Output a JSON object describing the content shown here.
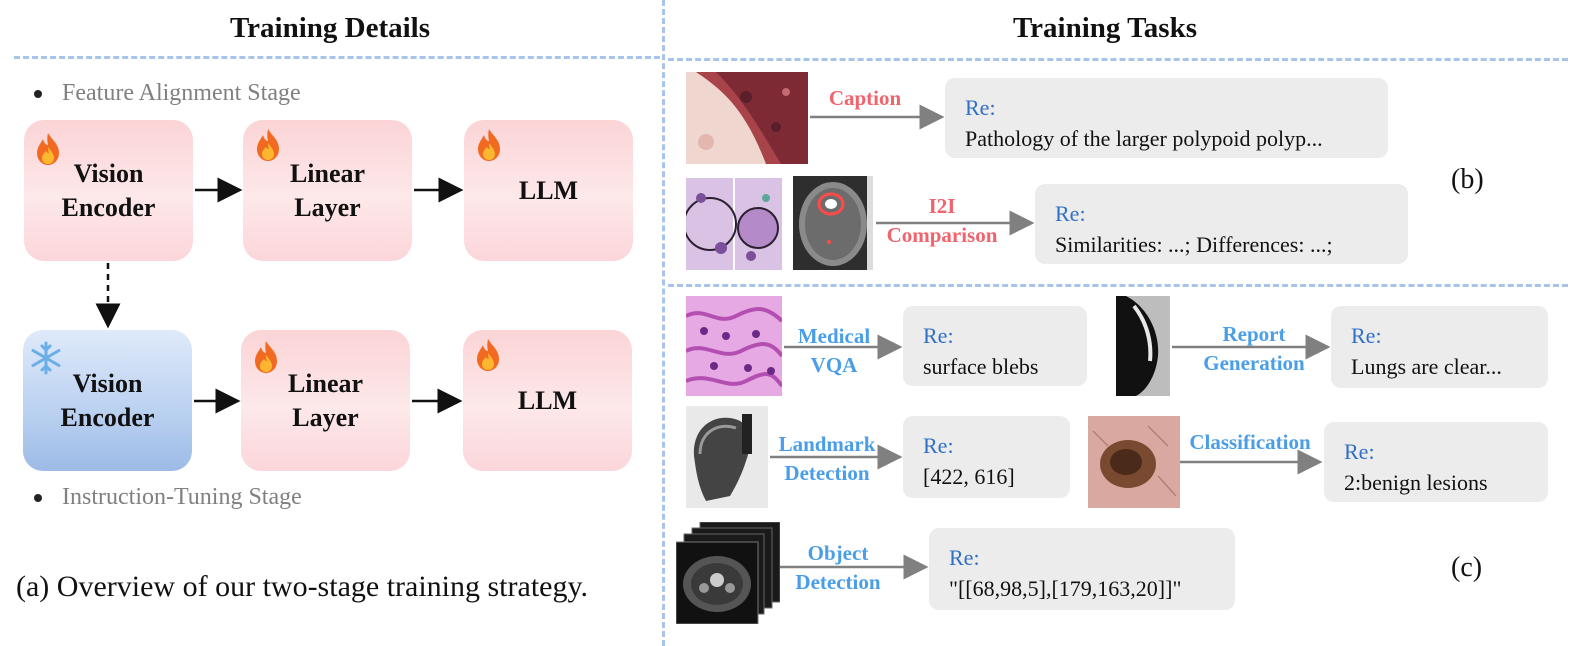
{
  "headers": {
    "left": "Training Details",
    "right": "Training Tasks"
  },
  "stages": {
    "first": "Feature Alignment Stage",
    "second": "Instruction-Tuning Stage"
  },
  "row1": {
    "encoder": "Vision\nEncoder",
    "linear": "Linear\nLayer",
    "llm": "LLM"
  },
  "row2": {
    "encoder": "Vision\nEncoder",
    "linear": "Linear\nLayer",
    "llm": "LLM"
  },
  "caption_a": "(a) Overview of our two-stage training strategy.",
  "label_b": "(b)",
  "label_c": "(c)",
  "tasks": {
    "caption": {
      "name": "Caption",
      "re": "Re:",
      "answer": "Pathology of the larger polypoid polyp..."
    },
    "i2i": {
      "name1": "I2I",
      "name2": "Comparison",
      "re": "Re:",
      "answer": "Similarities: ...; Differences: ...;"
    },
    "vqa": {
      "name1": "Medical",
      "name2": "VQA",
      "re": "Re:",
      "answer": "surface blebs"
    },
    "report": {
      "name1": "Report",
      "name2": "Generation",
      "re": "Re:",
      "answer": "Lungs are clear..."
    },
    "landmark": {
      "name1": "Landmark",
      "name2": "Detection",
      "re": "Re:",
      "answer": "[422, 616]"
    },
    "classification": {
      "name": "Classification",
      "re": "Re:",
      "answer": "2:benign lesions"
    },
    "object": {
      "name1": "Object",
      "name2": "Detection",
      "re": "Re:",
      "answer": "\"[[68,98,5],[179,163,20]]\""
    }
  },
  "colors": {
    "dash": "#a9c4ea",
    "red_task": "#f0646e",
    "blue_task": "#4a9ee8",
    "re_blue": "#2f6fc7",
    "pink_box": "#fbd4d6",
    "blue_box": "#b9d0f0"
  },
  "icons": {
    "trainable": "fire-icon",
    "frozen": "snowflake-icon"
  }
}
